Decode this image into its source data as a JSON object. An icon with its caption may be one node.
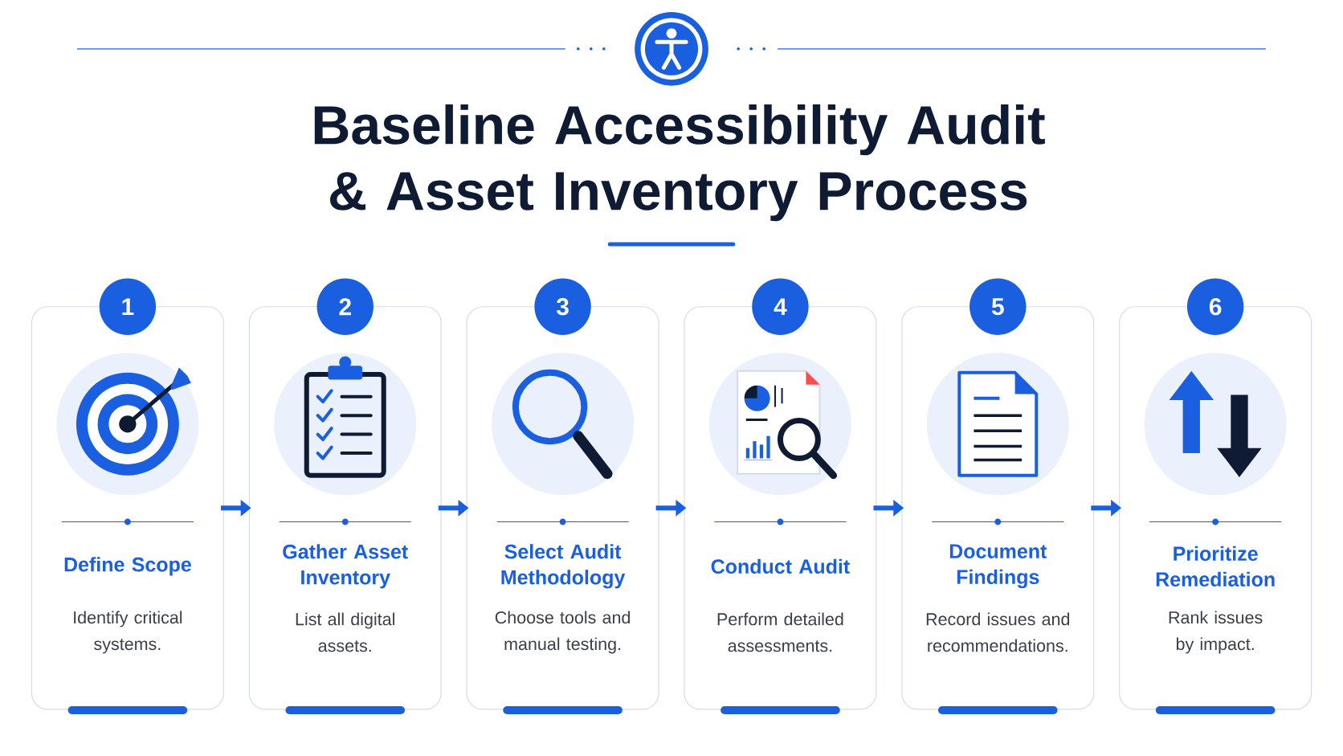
{
  "diagram": {
    "title": "Baseline Accessibility Audit & Asset Inventory Process",
    "nodes": [
      {
        "text": [
          "1",
          "Define Scope",
          "Identify critical systems."
        ]
      },
      {
        "text": [
          "2",
          "Gather Asset Inventory",
          "List all digital assets."
        ]
      },
      {
        "text": [
          "3",
          "Select Audit Methodology",
          "Choose tools and manual testing."
        ]
      },
      {
        "text": [
          "4",
          "Conduct Audit",
          "Perform detailed assessments."
        ]
      },
      {
        "text": [
          "5",
          "Document Findings",
          "Record issues and recommendations."
        ]
      },
      {
        "text": [
          "6",
          "Prioritize Remediation",
          "Rank issues by impact."
        ]
      }
    ],
    "edges": [
      {
        "from": 0,
        "to": 1,
        "arrow": "to"
      },
      {
        "from": 1,
        "to": 2,
        "arrow": "to"
      },
      {
        "from": 2,
        "to": 3,
        "arrow": "to"
      },
      {
        "from": 3,
        "to": 4,
        "arrow": "to"
      },
      {
        "from": 4,
        "to": 5,
        "arrow": "to"
      }
    ]
  }
}
